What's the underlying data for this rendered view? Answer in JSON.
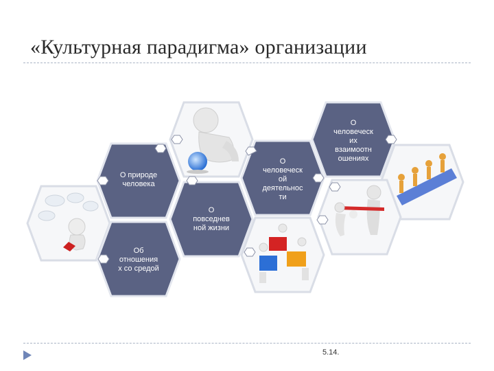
{
  "slide": {
    "title": "«Культурная парадигма» организации",
    "number": "5.14."
  },
  "hexagons": {
    "nature": [
      "О природе",
      "человека"
    ],
    "activity": [
      "О",
      "человеческ",
      "ой",
      "деятельнос",
      "ти"
    ],
    "relations": [
      "О",
      "человеческ",
      "их",
      "взаимоотн",
      "ошениях"
    ],
    "daily": [
      "О",
      "повседнев",
      "ной жизни"
    ],
    "environment": [
      "Об",
      "отношения",
      "х со средой"
    ]
  },
  "colors": {
    "hex_fill": "#5a6283",
    "hex_border": "#e3e6ee",
    "image_bg": "#f4f5f7"
  }
}
